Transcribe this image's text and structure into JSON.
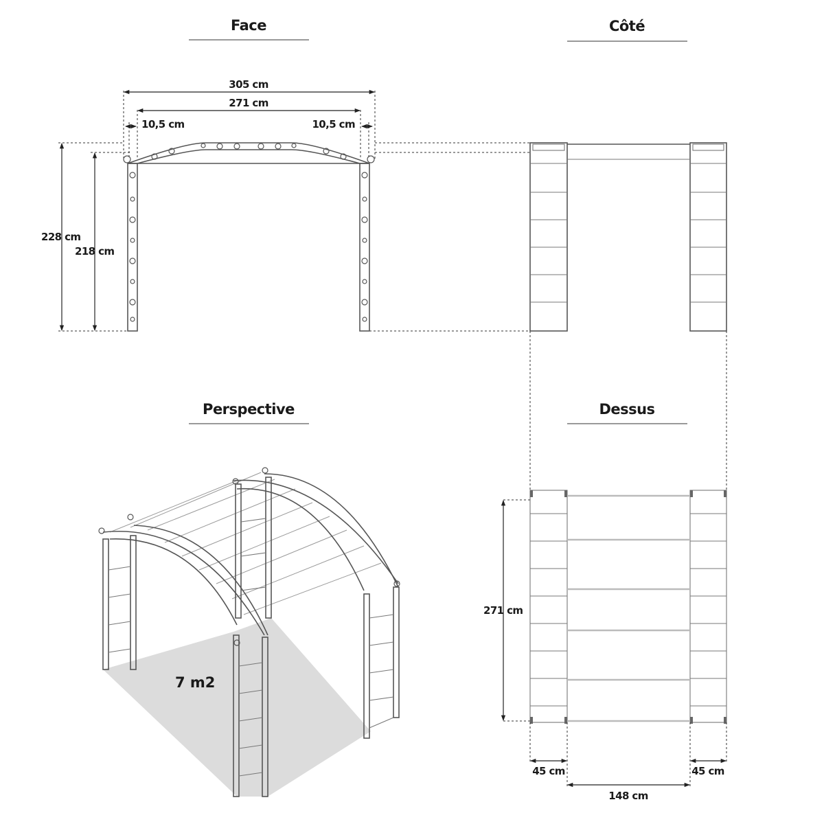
{
  "views": {
    "face": {
      "title": "Face",
      "width_total": "305 cm",
      "width_inner": "271 cm",
      "overhang_left": "10,5 cm",
      "overhang_right": "10,5 cm",
      "height_total": "228 cm",
      "height_inner": "218 cm"
    },
    "cote": {
      "title": "Côté"
    },
    "perspective": {
      "title": "Perspective",
      "area": "7 m2"
    },
    "dessus": {
      "title": "Dessus",
      "depth": "271 cm",
      "side_left": "45 cm",
      "side_right": "45 cm",
      "passage": "148 cm"
    }
  },
  "colors": {
    "line": "#555555",
    "floor": "#dcdcdc"
  }
}
